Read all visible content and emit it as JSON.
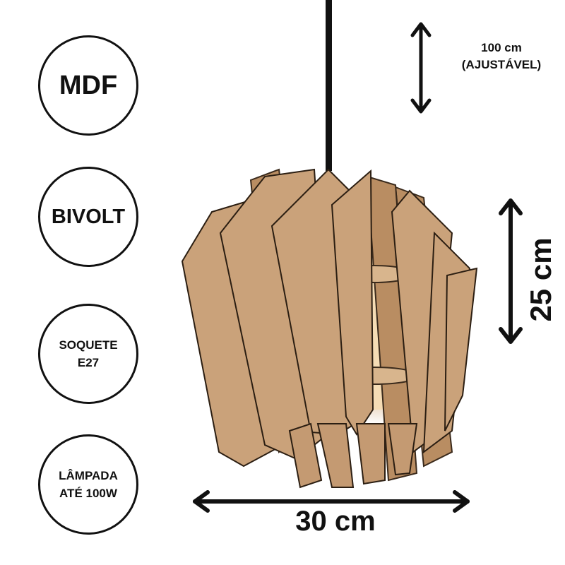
{
  "badges": [
    {
      "lines": [
        "MDF"
      ]
    },
    {
      "lines": [
        "BIVOLT"
      ]
    },
    {
      "lines": [
        "SOQUETE",
        "E27"
      ]
    },
    {
      "lines": [
        "LÂMPADA",
        "ATÉ 100W"
      ]
    }
  ],
  "dimensions": {
    "cord": [
      "100 cm",
      "(AJUSTÁVEL)"
    ],
    "height": "25 cm",
    "width": "30 cm"
  },
  "colors": {
    "wood": "#c9a27a",
    "wood_shadow": "#a67d55",
    "glow": "#f7d9ac",
    "ink": "#111111"
  }
}
